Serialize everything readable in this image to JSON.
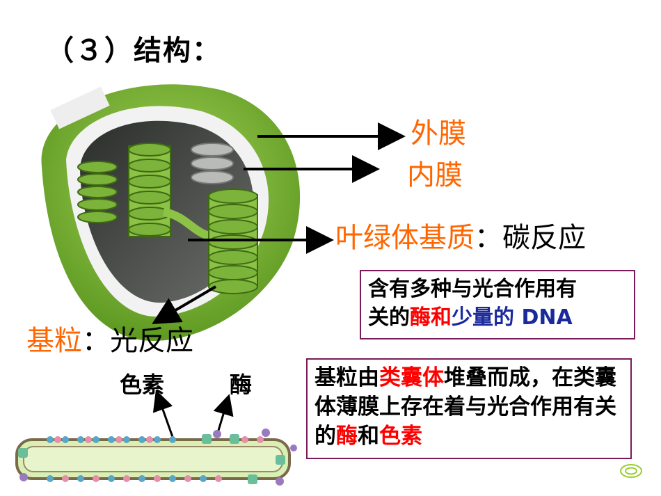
{
  "title": "（３）结构：",
  "labels": {
    "outer_membrane": "外膜",
    "inner_membrane": "内膜",
    "stroma": "叶绿体基质",
    "stroma_colon": "：",
    "stroma_reaction": "碳反应",
    "granum": "基粒",
    "granum_colon": "：",
    "granum_reaction": "光反应",
    "pigment": "色素",
    "enzyme": "酶"
  },
  "box1": {
    "line1": "含有多种与光合作用有",
    "line2_a": "关的",
    "line2_b": "酶和",
    "line2_c": "少量的 DNA"
  },
  "box2": {
    "a": "基粒由",
    "b": "类囊体",
    "c": "堆叠而成，在类囊体薄膜上存在着与光合作用有关的",
    "d": "酶",
    "e": "和",
    "f": "色素"
  },
  "colors": {
    "accent": "#ff6600",
    "highlight": "#ff0000",
    "dna": "#1a2a9a",
    "border": "#7a1a5a",
    "leaf": "#7cb33a"
  }
}
